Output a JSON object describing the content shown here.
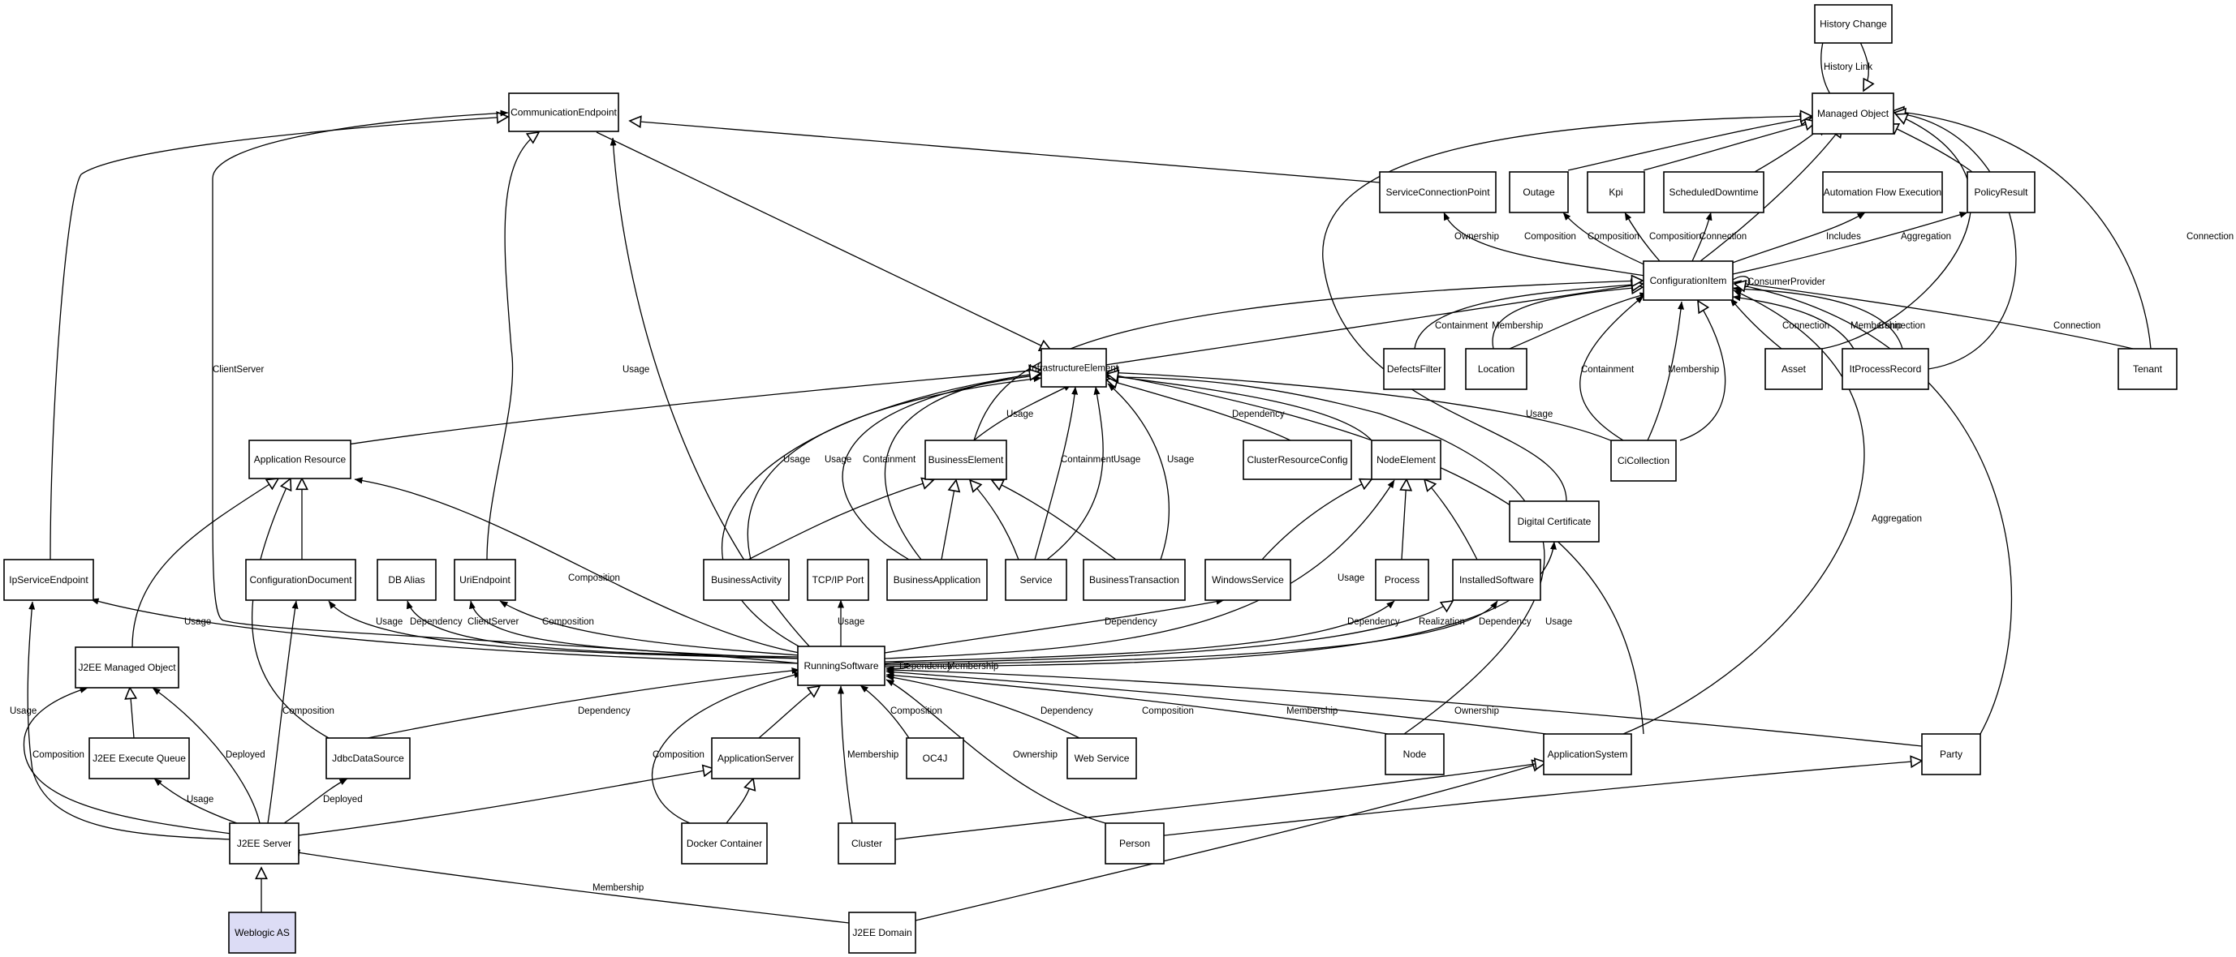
{
  "nodes": {
    "HC": "History Change",
    "MO": "Managed Object",
    "CE": "CommunicationEndpoint",
    "SCP": "ServiceConnectionPoint",
    "OUT": "Outage",
    "KPI": "Kpi",
    "SD": "ScheduledDowntime",
    "AFE": "Automation Flow Execution",
    "PR": "PolicyResult",
    "CI": "ConfigurationItem",
    "DF": "DefectsFilter",
    "LOC": "Location",
    "AST": "Asset",
    "ITPR": "ItProcessRecord",
    "TEN": "Tenant",
    "IE": "InfrastructureElement",
    "AR": "Application Resource",
    "BE": "BusinessElement",
    "CRC": "ClusterResourceConfig",
    "NE": "NodeElement",
    "CIC": "CiCollection",
    "DC": "Digital Certificate",
    "IPSE": "IpServiceEndpoint",
    "CD": "ConfigurationDocument",
    "DBA": "DB Alias",
    "URI": "UriEndpoint",
    "BA": "BusinessActivity",
    "TCP": "TCP/IP Port",
    "BAPP": "BusinessApplication",
    "SVC": "Service",
    "BT": "BusinessTransaction",
    "WS": "WindowsService",
    "PROC": "Process",
    "IS": "InstalledSoftware",
    "RS": "RunningSoftware",
    "J2MO": "J2EE Managed Object",
    "J2EQ": "J2EE Execute Queue",
    "JDBC": "JdbcDataSource",
    "APPS": "ApplicationServer",
    "OC4J": "OC4J",
    "WEBS": "Web Service",
    "NODE": "Node",
    "APSYS": "ApplicationSystem",
    "PARTY": "Party",
    "J2S": "J2EE Server",
    "DOCK": "Docker Container",
    "CLU": "Cluster",
    "PER": "Person",
    "WLS": "Weblogic AS",
    "J2D": "J2EE Domain"
  },
  "edge_labels": {
    "l1": "History Link",
    "l2": "ClientServer",
    "l3": "Usage",
    "l4": "Ownership",
    "l5": "Composition",
    "l6": "Composition",
    "l7": "Composition",
    "l8": "Connection",
    "l9": "Includes",
    "l10": "Aggregation",
    "l11": "ConsumerProvider",
    "l12": "Containment",
    "l13": "Membership",
    "l14": "Connection",
    "l15": "Membership",
    "l16": "Connection",
    "l17": "Connection",
    "l18": "Connection",
    "l19": "Containment",
    "l20": "Membership",
    "l21": "Usage",
    "l22": "Dependency",
    "l23": "Usage",
    "l24": "Usage",
    "l25": "Usage",
    "l26": "Containment",
    "l27": "Containment",
    "l28": "Usage",
    "l29": "Usage",
    "l30": "Aggregation",
    "l31": "Composition",
    "l32": "Usage",
    "l33": "Usage",
    "l34": "Dependency",
    "l35": "ClientServer",
    "l36": "Composition",
    "l37": "Usage",
    "l38": "Dependency",
    "l39": "Usage",
    "l40": "Dependency",
    "l41": "Realization",
    "l42": "Dependency",
    "l43": "Usage",
    "l44": "Dependency",
    "l45": "Membership",
    "l46": "Dependency",
    "l47": "Composition",
    "l48": "Dependency",
    "l49": "Composition",
    "l50": "Membership",
    "l51": "Ownership",
    "l52": "Composition",
    "l53": "Usage",
    "l54": "Deployed",
    "l55": "Composition",
    "l56": "Usage",
    "l57": "Deployed",
    "l58": "Composition",
    "l59": "Membership",
    "l60": "Ownership",
    "l61": "Membership"
  }
}
